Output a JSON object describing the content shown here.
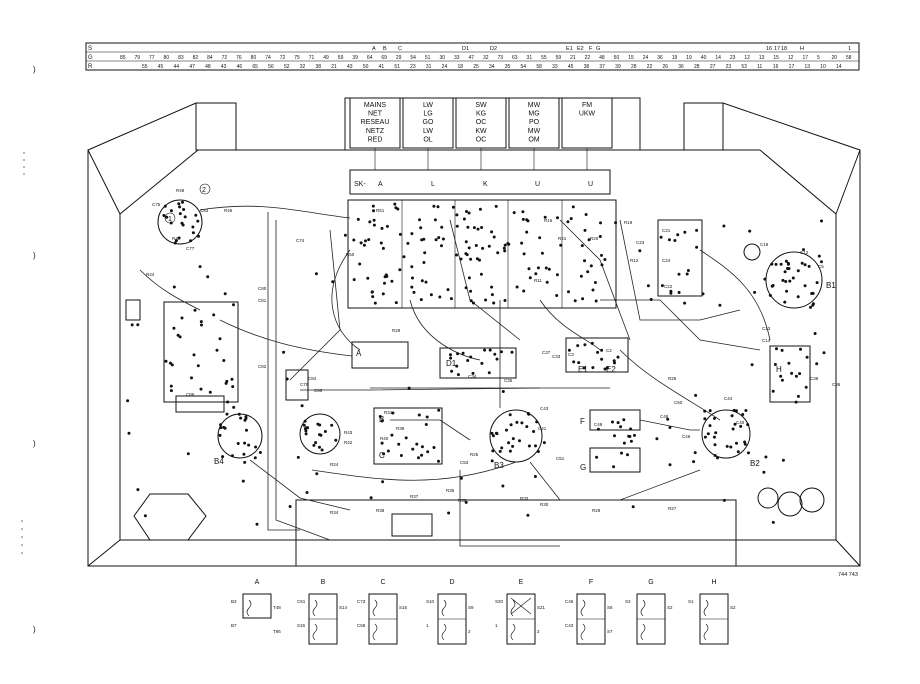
{
  "scale": {
    "row_labels": [
      "S",
      "G",
      "R"
    ],
    "top_marks": [
      "A",
      "B",
      "C",
      "D1",
      "D2",
      "E1",
      "E2",
      "F",
      "G",
      "16",
      "17",
      "18",
      "H",
      "1"
    ],
    "row1_numbers": [
      "85",
      "79",
      "77",
      "80",
      "83",
      "82",
      "84",
      "72",
      "76",
      "80",
      "74",
      "72",
      "75",
      "71",
      "49",
      "59",
      "39",
      "64",
      "69",
      "29",
      "54",
      "51",
      "30",
      "33",
      "47",
      "32",
      "73",
      "63",
      "31",
      "55",
      "59",
      "21",
      "22",
      "48",
      "50",
      "15",
      "24",
      "36",
      "19",
      "19",
      "40",
      "14",
      "23",
      "12",
      "13",
      "15",
      "12",
      "17",
      "5",
      "20",
      "58"
    ],
    "row2_numbers": [
      "55",
      "45",
      "44",
      "47",
      "48",
      "43",
      "46",
      "65",
      "56",
      "52",
      "32",
      "38",
      "21",
      "43",
      "50",
      "41",
      "51",
      "23",
      "31",
      "24",
      "18",
      "25",
      "34",
      "35",
      "54",
      "58",
      "33",
      "45",
      "38",
      "37",
      "39",
      "28",
      "22",
      "26",
      "36",
      "28",
      "27",
      "23",
      "53",
      "11",
      "16",
      "17",
      "13",
      "10",
      "14"
    ]
  },
  "switch_bank": {
    "label_boxes": [
      {
        "lines": [
          "MAINS",
          "NET",
          "RESEAU",
          "NETZ",
          "RED"
        ]
      },
      {
        "lines": [
          "LW",
          "LG",
          "GO",
          "LW",
          "OL"
        ]
      },
      {
        "lines": [
          "SW",
          "KG",
          "OC",
          "KW",
          "OC"
        ]
      },
      {
        "lines": [
          "MW",
          "MG",
          "PO",
          "MW",
          "OM"
        ]
      },
      {
        "lines": [
          "FM",
          "UKW"
        ]
      }
    ],
    "sk_prefix": "SK-",
    "sk_letters": [
      "A",
      "L",
      "K",
      "U",
      "U"
    ]
  },
  "board_labels": {
    "A": "A",
    "B": "B",
    "C": "C",
    "D1": "D1",
    "E1": "E1",
    "E2": "E2",
    "F": "F",
    "G": "G",
    "H": "H",
    "B1": "B1",
    "B2": "B2",
    "B3": "B3",
    "B4": "B4",
    "circled_1": "1",
    "circled_2": "2"
  },
  "component_labels": [
    "C75",
    "R48",
    "C83",
    "R45",
    "R47",
    "C77",
    "R44",
    "C86",
    "C79",
    "C80",
    "C81",
    "C82",
    "C74",
    "C84",
    "C85",
    "R50",
    "R51",
    "R27",
    "C33",
    "C34",
    "C35",
    "C37",
    "C21",
    "C22",
    "C19",
    "C13",
    "C12",
    "C5",
    "C14",
    "R43",
    "R42",
    "R40",
    "R39",
    "R36",
    "R34",
    "R38",
    "R37",
    "R33",
    "R30",
    "R28",
    "R26",
    "R24",
    "R31",
    "R21",
    "R29",
    "C53",
    "C51",
    "C49",
    "C48",
    "C50",
    "C46",
    "C44",
    "C41",
    "C43",
    "C40",
    "C38",
    "C36",
    "C24",
    "C23",
    "R25",
    "R35",
    "R15",
    "R20",
    "R19",
    "R12",
    "R11",
    "C3",
    "C2"
  ],
  "figure_code": "744 743",
  "sub_boards": [
    {
      "letter": "A",
      "labels": [
        "B3",
        "T48",
        "B7",
        "T86"
      ]
    },
    {
      "letter": "B",
      "labels": [
        "C51",
        "S14",
        "S15"
      ]
    },
    {
      "letter": "C",
      "labels": [
        "C73",
        "S16",
        "C58"
      ]
    },
    {
      "letter": "D",
      "labels": [
        "S10",
        "S9",
        "1",
        "2"
      ]
    },
    {
      "letter": "E",
      "labels": [
        "S20",
        "S21",
        "1",
        "2"
      ]
    },
    {
      "letter": "F",
      "labels": [
        "C46",
        "S6",
        "C43",
        "S7"
      ]
    },
    {
      "letter": "G",
      "labels": [
        "S3",
        "S2"
      ]
    },
    {
      "letter": "H",
      "labels": [
        "S1",
        "S2"
      ]
    }
  ],
  "colors": {
    "ink": "#111111",
    "paper": "#ffffff"
  }
}
